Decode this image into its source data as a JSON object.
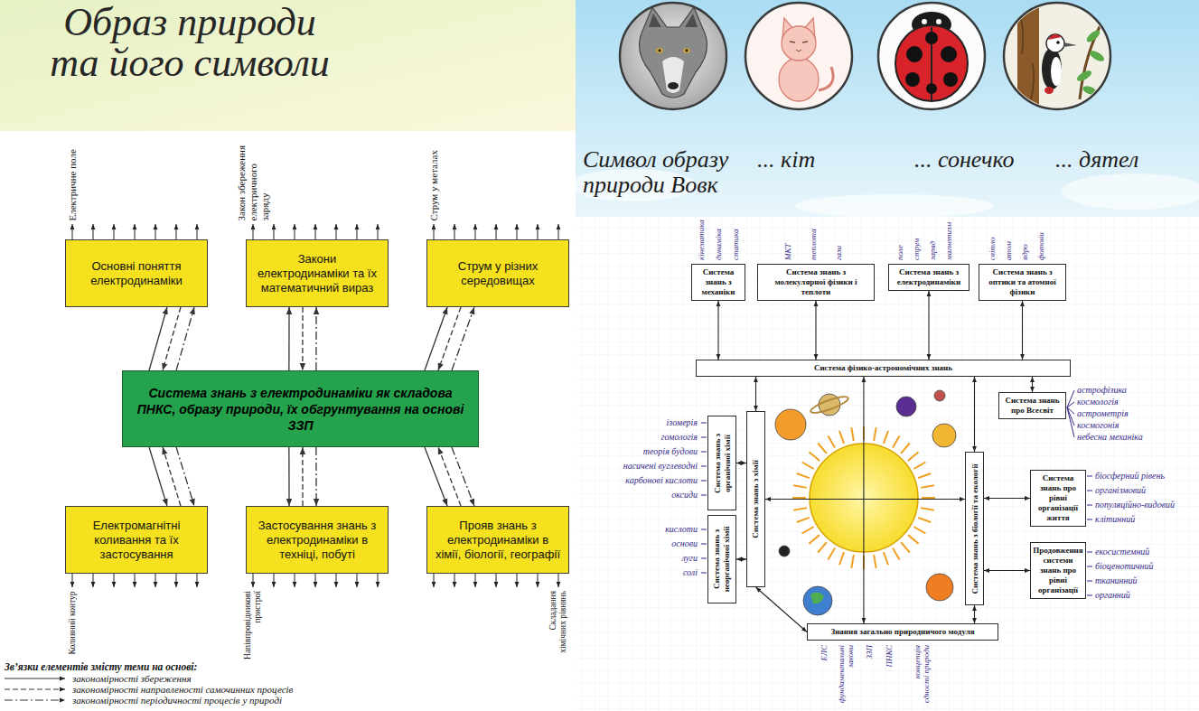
{
  "diagram": {
    "title": "Образ природи та його символи",
    "nodes": [
      {
        "text": [
          "Основні поняття електродинаміки"
        ]
      },
      {
        "text": [
          "Закони електродинаміки та їх математичний вираз"
        ]
      },
      {
        "text": [
          "Струм у різних середовищах"
        ]
      },
      {
        "text": [
          "Система знань з електродинаміки як складова ПНКС, образу природи, їх обгрунтування на основі ЗЗП"
        ]
      },
      {
        "text": [
          "Електромагнітні коливання та їх застосування"
        ]
      },
      {
        "text": [
          "Застосування знань з електродинаміки в техніці, побуті"
        ]
      },
      {
        "text": [
          "Прояв знань з електродинаміки в хімії, біології, географії"
        ]
      },
      {
        "text": [
          "Система знань з механіки"
        ]
      },
      {
        "text": [
          "Система знань з молекулярної фізики і теплоти"
        ]
      },
      {
        "text": [
          "Система знань з електродинаміки"
        ]
      },
      {
        "text": [
          "Система знань з оптики та атомної фізики"
        ]
      },
      {
        "text": [
          "Система фізико-астрономічних знань"
        ]
      },
      {
        "text": [
          "Система знань про Всесвіт"
        ]
      },
      {
        "text": [
          "Система знань з органічної хімії"
        ]
      },
      {
        "text": [
          "Система знань з хімії"
        ]
      },
      {
        "text": [
          "Система знань з неорганічної хімії"
        ]
      },
      {
        "text": [
          "Система знань з біології та екології"
        ]
      },
      {
        "text": [
          "Система знань про рівні організації життя"
        ]
      },
      {
        "text": [
          "Продовження системи знань про рівні організації"
        ]
      },
      {
        "text": [
          "Знання загально природничого модуля"
        ]
      }
    ],
    "edges": [
      {
        "from": 3,
        "to": 0,
        "arrow": "to"
      },
      {
        "from": 0,
        "to": 3,
        "arrow": "to"
      },
      {
        "from": 3,
        "to": 0,
        "arrow": "to"
      },
      {
        "from": 3,
        "to": 1,
        "arrow": "to"
      },
      {
        "from": 1,
        "to": 3,
        "arrow": "to"
      },
      {
        "from": 3,
        "to": 1,
        "arrow": "to"
      },
      {
        "from": 3,
        "to": 2,
        "arrow": "to"
      },
      {
        "from": 2,
        "to": 3,
        "arrow": "to"
      },
      {
        "from": 3,
        "to": 2,
        "arrow": "to"
      },
      {
        "from": 3,
        "to": 4,
        "arrow": "to"
      },
      {
        "from": 4,
        "to": 3,
        "arrow": "to"
      },
      {
        "from": 3,
        "to": 4,
        "arrow": "to"
      },
      {
        "from": 3,
        "to": 5,
        "arrow": "to"
      },
      {
        "from": 5,
        "to": 3,
        "arrow": "to"
      },
      {
        "from": 3,
        "to": 5,
        "arrow": "to"
      },
      {
        "from": 3,
        "to": 6,
        "arrow": "to"
      },
      {
        "from": 6,
        "to": 3,
        "arrow": "to"
      },
      {
        "from": 3,
        "to": 6,
        "arrow": "to"
      },
      {
        "from": 7,
        "to": 11,
        "arrow": "both"
      },
      {
        "from": 8,
        "to": 11,
        "arrow": "both"
      },
      {
        "from": 9,
        "to": 11,
        "arrow": "both"
      },
      {
        "from": 10,
        "to": 11,
        "arrow": "both"
      },
      {
        "from": 11,
        "to": 12,
        "arrow": "both"
      },
      {
        "from": 11,
        "to": 14,
        "arrow": "both"
      },
      {
        "from": 11,
        "to": 16,
        "arrow": "both"
      },
      {
        "from": 11,
        "to": 19,
        "arrow": "both"
      },
      {
        "from": 14,
        "to": 13,
        "arrow": "both"
      },
      {
        "from": 14,
        "to": 15,
        "arrow": "both"
      },
      {
        "from": 14,
        "to": 16,
        "arrow": "both"
      },
      {
        "from": 14,
        "to": 19,
        "arrow": "both"
      },
      {
        "from": 16,
        "to": 17,
        "arrow": "both"
      },
      {
        "from": 16,
        "to": 18,
        "arrow": "both"
      },
      {
        "from": 16,
        "to": 19,
        "arrow": "both"
      }
    ],
    "labels": [
      "Символ образу природи Вовк",
      "... кіт",
      "... сонечко",
      "... дятел",
      "Електричне поле",
      "Закон збереження електричного заряду",
      "Струм у металах",
      "Коливний контур",
      "Напівпровідникові пристрої",
      "Складання хімічних рівнянь",
      "кінематика",
      "динаміка",
      "статика",
      "МКТ",
      "теплота",
      "гази",
      "поле",
      "струм",
      "заряд",
      "магнетизм",
      "світло",
      "атом",
      "ядро",
      "фотони",
      "астрофізика",
      "космологія",
      "астрометрія",
      "космогонія",
      "небесна механіка",
      "ізомерія",
      "гомологія",
      "теорія будови",
      "насичені вуглеводні",
      "карбонові кислоти",
      "оксиди",
      "кислоти",
      "основи",
      "луги",
      "солі",
      "біосферний рівень",
      "організмовий",
      "популяційно-видовий",
      "клітинний",
      "екосистемний",
      "біоценотичний",
      "тканинний",
      "органний",
      "ЕЛС",
      "фундаментальні закони",
      "ЗЗП",
      "ПНКС",
      "концепція єдності природи",
      "Зв’язки елементів змісту теми на основі:"
    ],
    "legend": [
      {
        "text": "закономірності збереження"
      },
      {
        "text": "закономірності направленості самочинних процесів"
      },
      {
        "text": "закономірності періодичності процесів у природі"
      }
    ]
  }
}
